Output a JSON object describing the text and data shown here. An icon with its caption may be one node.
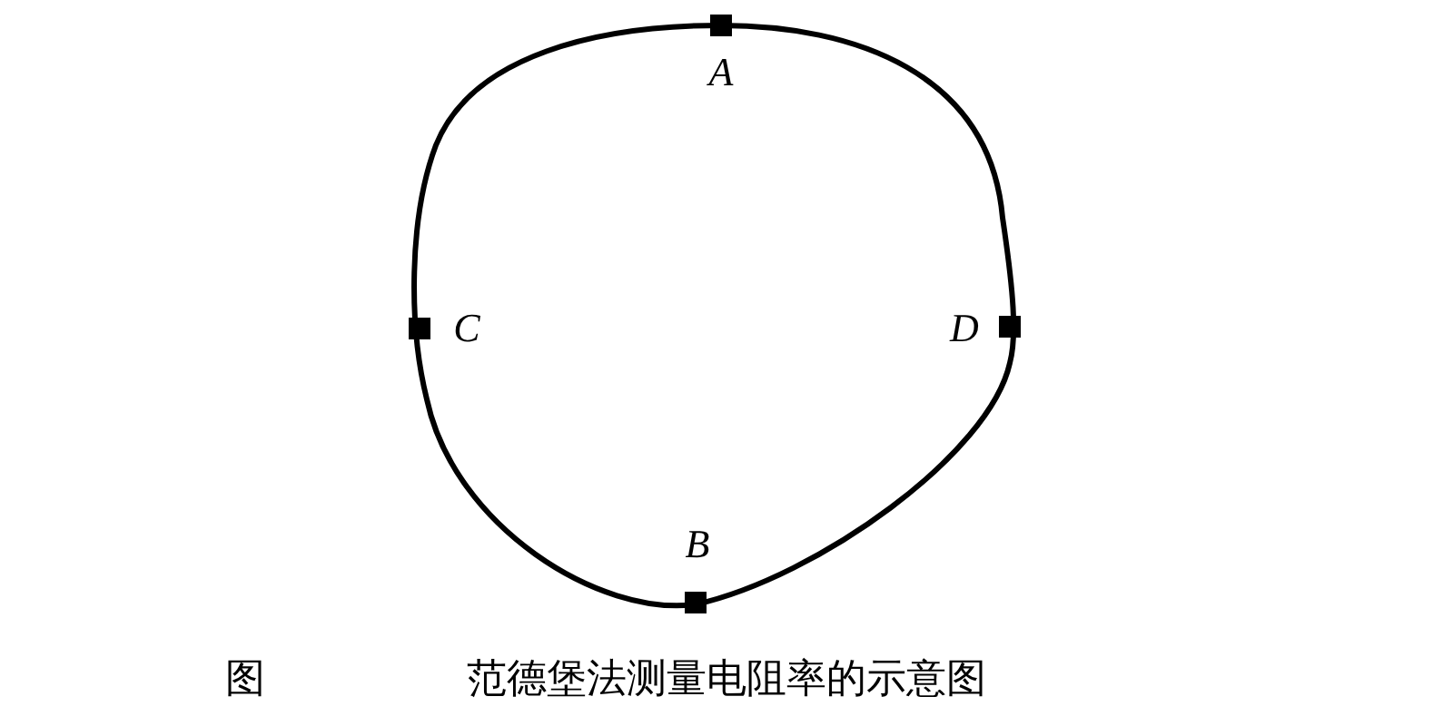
{
  "diagram": {
    "caption": "范德堡法测量电阻率的示意图",
    "labels": [
      "A",
      "C",
      "D",
      "B",
      "图"
    ]
  }
}
